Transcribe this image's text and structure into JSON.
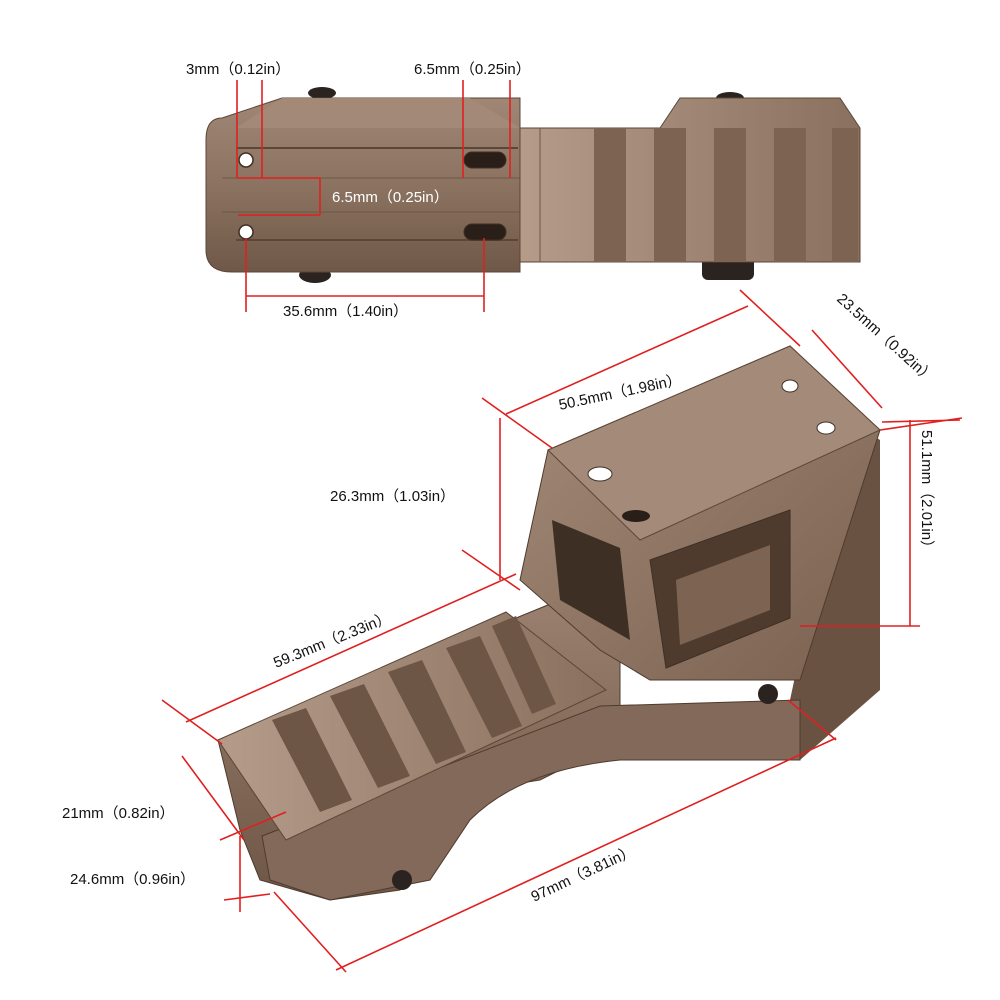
{
  "colors": {
    "metal_base": "#8e7563",
    "metal_light": "#b39a88",
    "metal_dark": "#5c4637",
    "metal_shadow": "#3e2f25",
    "dimension_line": "#e02020",
    "text": "#111111",
    "background": "#ffffff"
  },
  "top_view": {
    "dimensions": {
      "hole_diameter": "3mm（0.12in）",
      "slot_width": "6.5mm（0.25in）",
      "hole_spacing_vertical": "6.5mm（0.25in）",
      "hole_spacing_horizontal": "35.6mm（1.40in）"
    }
  },
  "angled_view": {
    "dimensions": {
      "top_length": "50.5mm（1.98in）",
      "top_width": "23.5mm（0.92in）",
      "total_height": "51.1mm（2.01in）",
      "riser_height": "26.3mm（1.03in）",
      "rail_length": "59.3mm（2.33in）",
      "rail_height": "21mm（0.82in）",
      "base_width": "24.6mm（0.96in）",
      "total_length": "97mm（3.81in）"
    }
  }
}
